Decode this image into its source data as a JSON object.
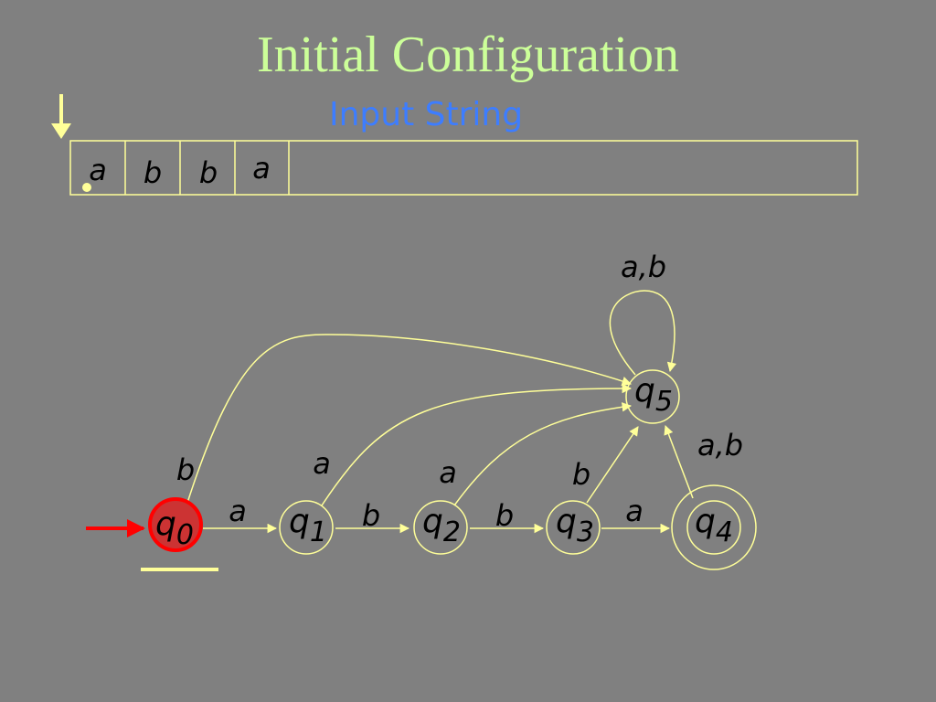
{
  "slide": {
    "title": "Initial Configuration",
    "subtitle": "Input String"
  },
  "tape": {
    "symbols": [
      "a",
      "b",
      "b",
      "a"
    ],
    "head_position": 0
  },
  "automaton": {
    "states": [
      {
        "id": "q0",
        "name": "q",
        "sub": "0",
        "initial": true,
        "accepting": false,
        "current": true
      },
      {
        "id": "q1",
        "name": "q",
        "sub": "1",
        "initial": false,
        "accepting": false,
        "current": false
      },
      {
        "id": "q2",
        "name": "q",
        "sub": "2",
        "initial": false,
        "accepting": false,
        "current": false
      },
      {
        "id": "q3",
        "name": "q",
        "sub": "3",
        "initial": false,
        "accepting": false,
        "current": false
      },
      {
        "id": "q4",
        "name": "q",
        "sub": "4",
        "initial": false,
        "accepting": true,
        "current": false
      },
      {
        "id": "q5",
        "name": "q",
        "sub": "5",
        "initial": false,
        "accepting": false,
        "current": false
      }
    ],
    "transitions": [
      {
        "from": "q0",
        "to": "q1",
        "label": "a"
      },
      {
        "from": "q1",
        "to": "q2",
        "label": "b"
      },
      {
        "from": "q2",
        "to": "q3",
        "label": "b"
      },
      {
        "from": "q3",
        "to": "q4",
        "label": "a"
      },
      {
        "from": "q0",
        "to": "q5",
        "label": "b"
      },
      {
        "from": "q1",
        "to": "q5",
        "label": "a"
      },
      {
        "from": "q2",
        "to": "q5",
        "label": "a"
      },
      {
        "from": "q3",
        "to": "q5",
        "label": "b"
      },
      {
        "from": "q4",
        "to": "q5",
        "label": "a,b"
      },
      {
        "from": "q5",
        "to": "q5",
        "label": "a,b"
      }
    ]
  },
  "colors": {
    "background": "#808080",
    "title": "#ccff99",
    "subtitle": "#3d7dff",
    "lines": "#ffff99",
    "current_state_fill": "#cc3333",
    "current_state_stroke": "#ff0000",
    "initial_arrow": "#ff0000"
  }
}
